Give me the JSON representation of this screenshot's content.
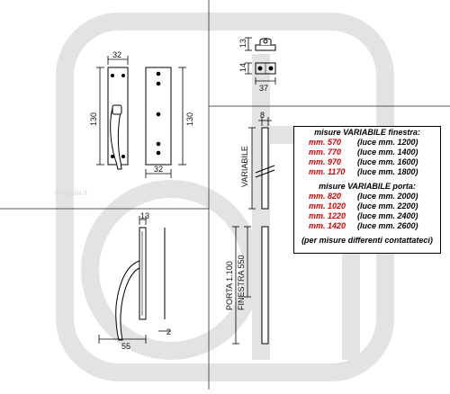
{
  "colors": {
    "watermark": "#e3e3e3",
    "accent": "#d50000",
    "ink": "#000000"
  },
  "dimensions": {
    "plate_width_top": "32",
    "plate_height_left": "130",
    "plate_height_right": "130",
    "plate_width_bottom": "32",
    "bracket_height_top": "13",
    "bracket_height_bottom": "14",
    "bracket_width": "37",
    "rod_width": "8",
    "variable_label": "VARIABILE",
    "porta_label": "PORTA 1.100",
    "finestra_label": "FINESTRA 550",
    "side_depth": "13",
    "handle_reach": "55",
    "gap": "2"
  },
  "watermark_text": "meraglia.it",
  "spec_box": {
    "finestra_heading": "misure VARIABILE finestra:",
    "finestra_rows": [
      {
        "mm": "mm. 570",
        "luce": "(luce mm. 1200)"
      },
      {
        "mm": "mm. 770",
        "luce": "(luce mm. 1400)"
      },
      {
        "mm": "mm. 970",
        "luce": "(luce mm. 1600)"
      },
      {
        "mm": "mm. 1170",
        "luce": "(luce mm. 1800)"
      }
    ],
    "porta_heading": "misure VARIABILE porta:",
    "porta_rows": [
      {
        "mm": "mm. 820",
        "luce": "(luce mm. 2000)"
      },
      {
        "mm": "mm. 1020",
        "luce": "(luce mm. 2200)"
      },
      {
        "mm": "mm. 1220",
        "luce": "(luce mm. 2400)"
      },
      {
        "mm": "mm. 1420",
        "luce": "(luce mm. 2600)"
      }
    ],
    "note": "(per misure differenti contattateci)"
  }
}
